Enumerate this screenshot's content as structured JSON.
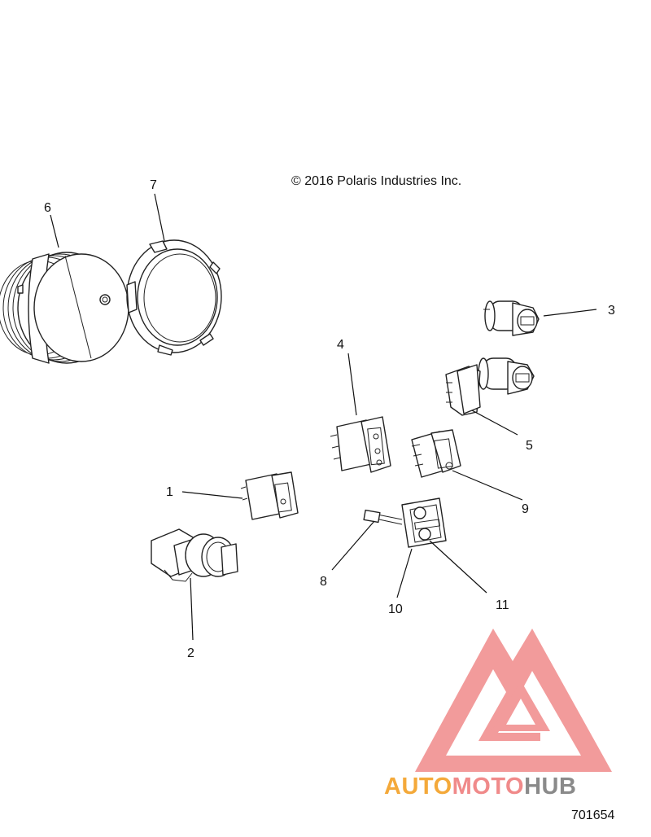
{
  "copyright": "© 2016 Polaris Industries Inc.",
  "diagram_number": "701654",
  "callouts": [
    {
      "id": "1",
      "text": "1"
    },
    {
      "id": "2",
      "text": "2"
    },
    {
      "id": "3",
      "text": "3"
    },
    {
      "id": "4",
      "text": "4"
    },
    {
      "id": "5",
      "text": "5"
    },
    {
      "id": "6",
      "text": "6"
    },
    {
      "id": "7",
      "text": "7"
    },
    {
      "id": "8",
      "text": "8"
    },
    {
      "id": "9",
      "text": "9"
    },
    {
      "id": "10",
      "text": "10"
    },
    {
      "id": "11",
      "text": "11"
    }
  ],
  "watermark": {
    "part1": "AUTO",
    "part2": "MOTO",
    "part3": "HUB",
    "color_orange": "#f4a93a",
    "color_red": "#f08a8a",
    "color_gray": "#8a8a8a"
  }
}
